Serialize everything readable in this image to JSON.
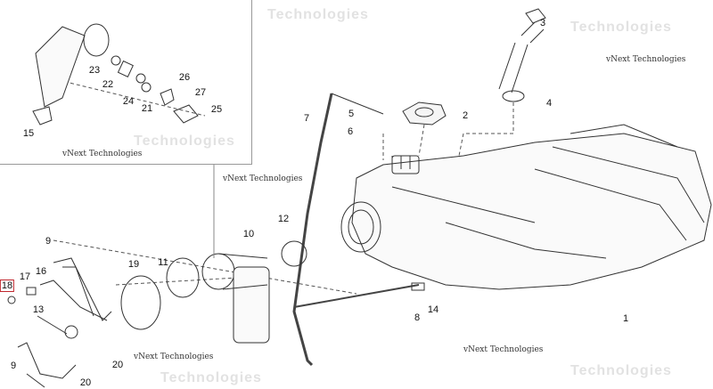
{
  "diagram": {
    "title": "Fuel tank assembly exploded view",
    "selected_callout": "18",
    "selected_color": "#c0262d",
    "callouts": {
      "c1": "1",
      "c2": "2",
      "c3": "3",
      "c4": "4",
      "c5": "5",
      "c6": "6",
      "c7": "7",
      "c8": "8",
      "c9a": "9",
      "c9b": "9",
      "c10": "10",
      "c11": "11",
      "c12": "12",
      "c13": "13",
      "c14": "14",
      "c15": "15",
      "c16": "16",
      "c17": "17",
      "c18": "18",
      "c19": "19",
      "c20a": "20",
      "c20b": "20",
      "c21": "21",
      "c22": "22",
      "c23": "23",
      "c24": "24",
      "c25": "25",
      "c26": "26",
      "c27": "27"
    },
    "watermark": "vNext Technologies",
    "watermark_outline": "Technologies"
  }
}
